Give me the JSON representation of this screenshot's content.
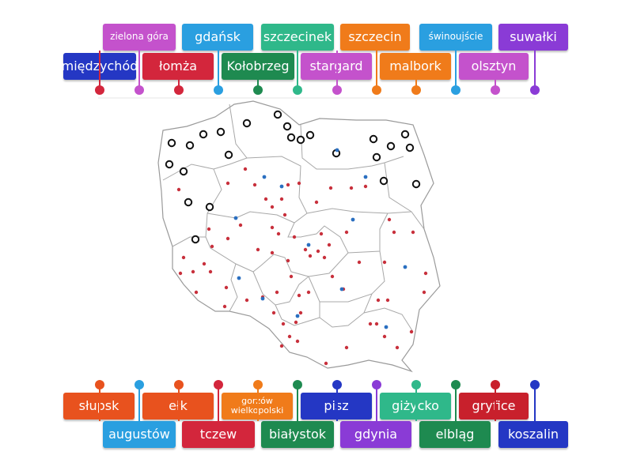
{
  "colors": {
    "navy": "#2437c4",
    "red": "#d3263c",
    "green": "#1e8a50",
    "teal": "#2fb88a",
    "purple": "#8a3bd6",
    "blue": "#2a9fe0",
    "orange": "#f07b1a",
    "pink": "#c452cc",
    "orangered": "#e8521e",
    "darkred": "#c8202c"
  },
  "labels_top": [
    {
      "text": "zielona góra",
      "color": "pink"
    },
    {
      "text": "gdańsk",
      "color": "blue"
    },
    {
      "text": "szczecinek",
      "color": "teal"
    },
    {
      "text": "szczecin",
      "color": "orange"
    },
    {
      "text": "świnoujście",
      "color": "blue"
    },
    {
      "text": "suwałki",
      "color": "purple"
    },
    {
      "text": "międzychód",
      "color": "navy"
    },
    {
      "text": "łomża",
      "color": "red"
    },
    {
      "text": "Kołobrzeg",
      "color": "green"
    },
    {
      "text": "stargard",
      "color": "pink"
    },
    {
      "text": "malbork",
      "color": "orange"
    },
    {
      "text": "olsztyn",
      "color": "pink"
    }
  ],
  "labels_bottom": [
    {
      "text": "słupsk",
      "color": "orangered"
    },
    {
      "text": "ełk",
      "color": "orangered"
    },
    {
      "text": "gorzów wielkopolski",
      "color": "orange"
    },
    {
      "text": "pisz",
      "color": "navy"
    },
    {
      "text": "giżycko",
      "color": "teal"
    },
    {
      "text": "gryfice",
      "color": "darkred"
    },
    {
      "text": "augustów",
      "color": "blue"
    },
    {
      "text": "tczew",
      "color": "red"
    },
    {
      "text": "białystok",
      "color": "green"
    },
    {
      "text": "gdynia",
      "color": "purple"
    },
    {
      "text": "elbląg",
      "color": "green"
    },
    {
      "text": "koszalin",
      "color": "navy"
    }
  ],
  "markers_top": [
    "red",
    "pink",
    "red",
    "blue",
    "green",
    "teal",
    "pink",
    "orange",
    "orange",
    "blue",
    "pink",
    "purple"
  ],
  "markers_bottom": [
    "orangered",
    "blue",
    "orangered",
    "red",
    "orange",
    "green",
    "navy",
    "purple",
    "teal",
    "green",
    "darkred",
    "navy"
  ],
  "map": {
    "regions": 16,
    "drop_targets": 24
  }
}
